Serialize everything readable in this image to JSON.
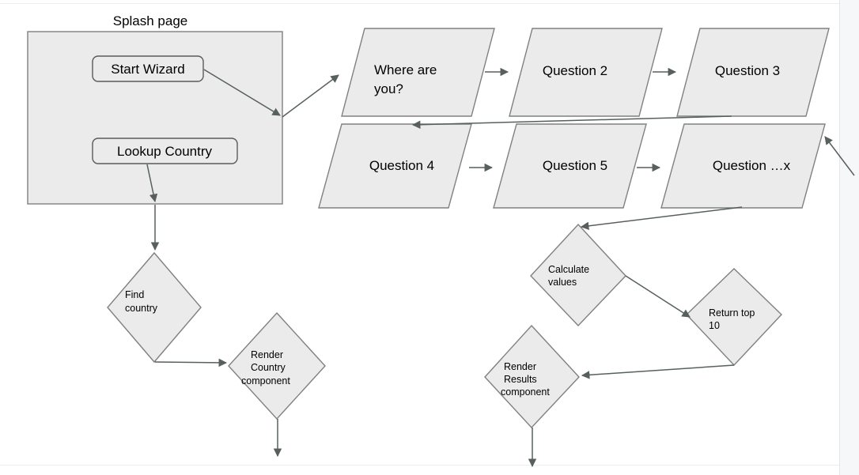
{
  "diagram": {
    "title_label": "Splash page",
    "colors": {
      "shape_fill": "#ebebeb",
      "shape_stroke": "#808080",
      "edge_stroke": "#57605e",
      "page_background": "#ffffff",
      "outside_page_background": "#f6f7f9"
    },
    "container": {
      "name": "splash-page",
      "label": "Splash page"
    },
    "buttons": [
      {
        "id": "start-wizard",
        "label": "Start Wizard"
      },
      {
        "id": "lookup-country",
        "label": "Lookup Country"
      }
    ],
    "questions": [
      {
        "id": "where-are-you",
        "line1": "Where are",
        "line2": "you?"
      },
      {
        "id": "question-2",
        "line1": "Question 2",
        "line2": ""
      },
      {
        "id": "question-3",
        "line1": "Question 3",
        "line2": ""
      },
      {
        "id": "question-4",
        "line1": "Question 4",
        "line2": ""
      },
      {
        "id": "question-5",
        "line1": "Question 5",
        "line2": ""
      },
      {
        "id": "question-x",
        "line1": "Question …x",
        "line2": ""
      }
    ],
    "decisions": [
      {
        "id": "find-country",
        "line1": "Find",
        "line2": "country",
        "line3": ""
      },
      {
        "id": "render-country-component",
        "line1": "Render",
        "line2": "Country",
        "line3": "component"
      },
      {
        "id": "calculate-values",
        "line1": "Calculate",
        "line2": "values",
        "line3": ""
      },
      {
        "id": "return-top-10",
        "line1": "Return top",
        "line2": "10",
        "line3": ""
      },
      {
        "id": "render-results-component",
        "line1": "Render",
        "line2": "Results",
        "line3": "component"
      }
    ]
  }
}
